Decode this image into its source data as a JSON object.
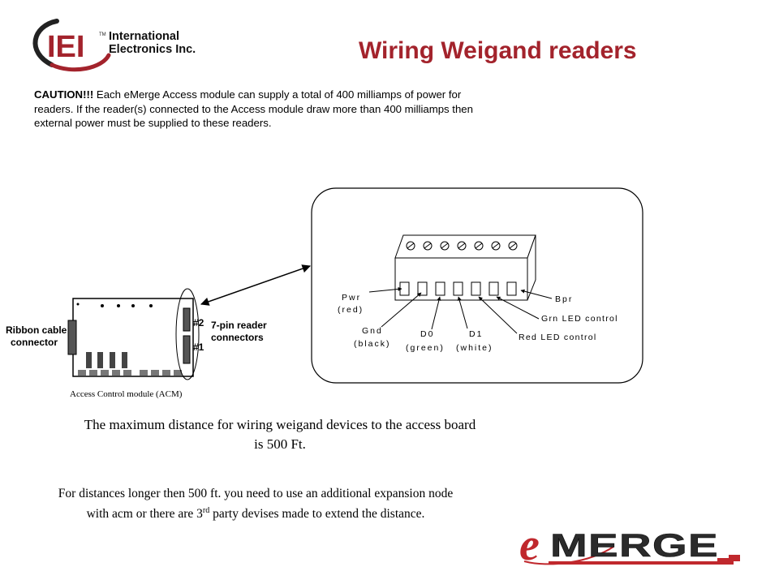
{
  "header": {
    "logo_mark": "IEI",
    "logo_tm": "TM",
    "company_line1": "International",
    "company_line2": "Electronics Inc.",
    "title": "Wiring Weigand readers"
  },
  "caution": {
    "lead": "CAUTION!!!",
    "text": " Each eMerge Access module can supply a total of 400 milliamps of power for readers.  If the reader(s) connected to the Access module draw more than 400 milliamps then external power must be supplied to these readers."
  },
  "board": {
    "ribbon_label_1": "Ribbon cable",
    "ribbon_label_2": "connector",
    "connectors_label_1": "7-pin reader",
    "connectors_label_2": "connectors",
    "port2": "#2",
    "port1": "#1",
    "caption": "Access Control module (ACM)"
  },
  "reader_terminal": {
    "pwr": "Pwr",
    "pwr_color": "(red)",
    "gnd": "Gnd",
    "gnd_color": "(black)",
    "d0": "D0",
    "d0_color": "(green)",
    "d1": "D1",
    "d1_color": "(white)",
    "bpr": "Bpr",
    "grn_led": "Grn LED control",
    "red_led": "Red LED control"
  },
  "notes": {
    "max_distance": "The maximum distance for wiring weigand devices to the access board is 500 Ft.",
    "longer_a": "For distances longer then 500 ft. you need to use an additional expansion node with acm or there are 3",
    "longer_sup": "rd",
    "longer_b": " party devises made to extend the distance."
  },
  "footer": {
    "brand_e": "e",
    "brand_rest": "MERGE"
  },
  "colors": {
    "title": "#a3232c",
    "logo_red": "#a3232c",
    "logo_dark": "#222222"
  }
}
